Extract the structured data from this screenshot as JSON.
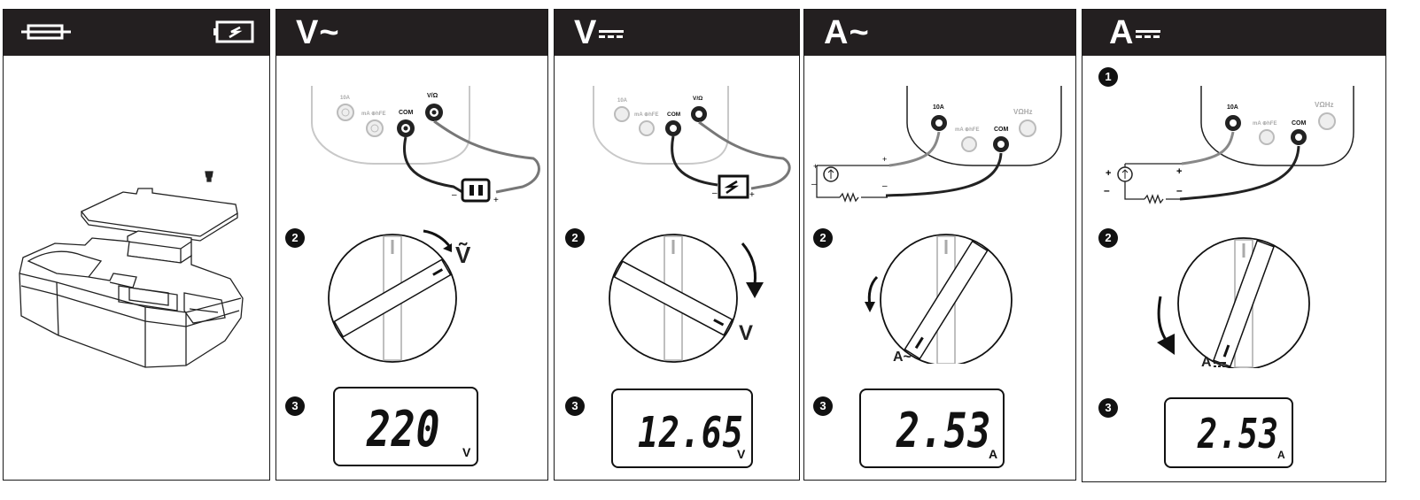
{
  "panels": [
    {
      "header_label": "",
      "mode_icons": [
        "fuse-icon",
        "battery-icon"
      ]
    },
    {
      "header_label": "V~",
      "step2": "2",
      "step3": "3",
      "display_value": "220",
      "display_unit": "V",
      "dial_symbol": "Ṽ",
      "jacks": [
        "10A",
        "mA ⊕hFE",
        "COM",
        "V/Ω"
      ]
    },
    {
      "header_label": "V",
      "step2": "2",
      "step3": "3",
      "display_value": "12.65",
      "display_unit": "V",
      "dial_symbol": "V",
      "jacks": [
        "10A",
        "mA ⊕hFE",
        "COM",
        "V/Ω"
      ]
    },
    {
      "header_label": "A~",
      "step2": "2",
      "step3": "3",
      "display_value": "2.53",
      "display_unit": "A",
      "dial_symbol": "A~",
      "jacks": [
        "10A",
        "mA ⊕hFE",
        "COM",
        "VΩHz"
      ]
    },
    {
      "header_label": "A",
      "step1": "1",
      "step2": "2",
      "step3": "3",
      "display_value": "2.53",
      "display_unit": "A",
      "dial_symbol": "A",
      "jacks": [
        "10A",
        "mA ⊕hFE",
        "COM",
        "VΩHz"
      ]
    }
  ]
}
